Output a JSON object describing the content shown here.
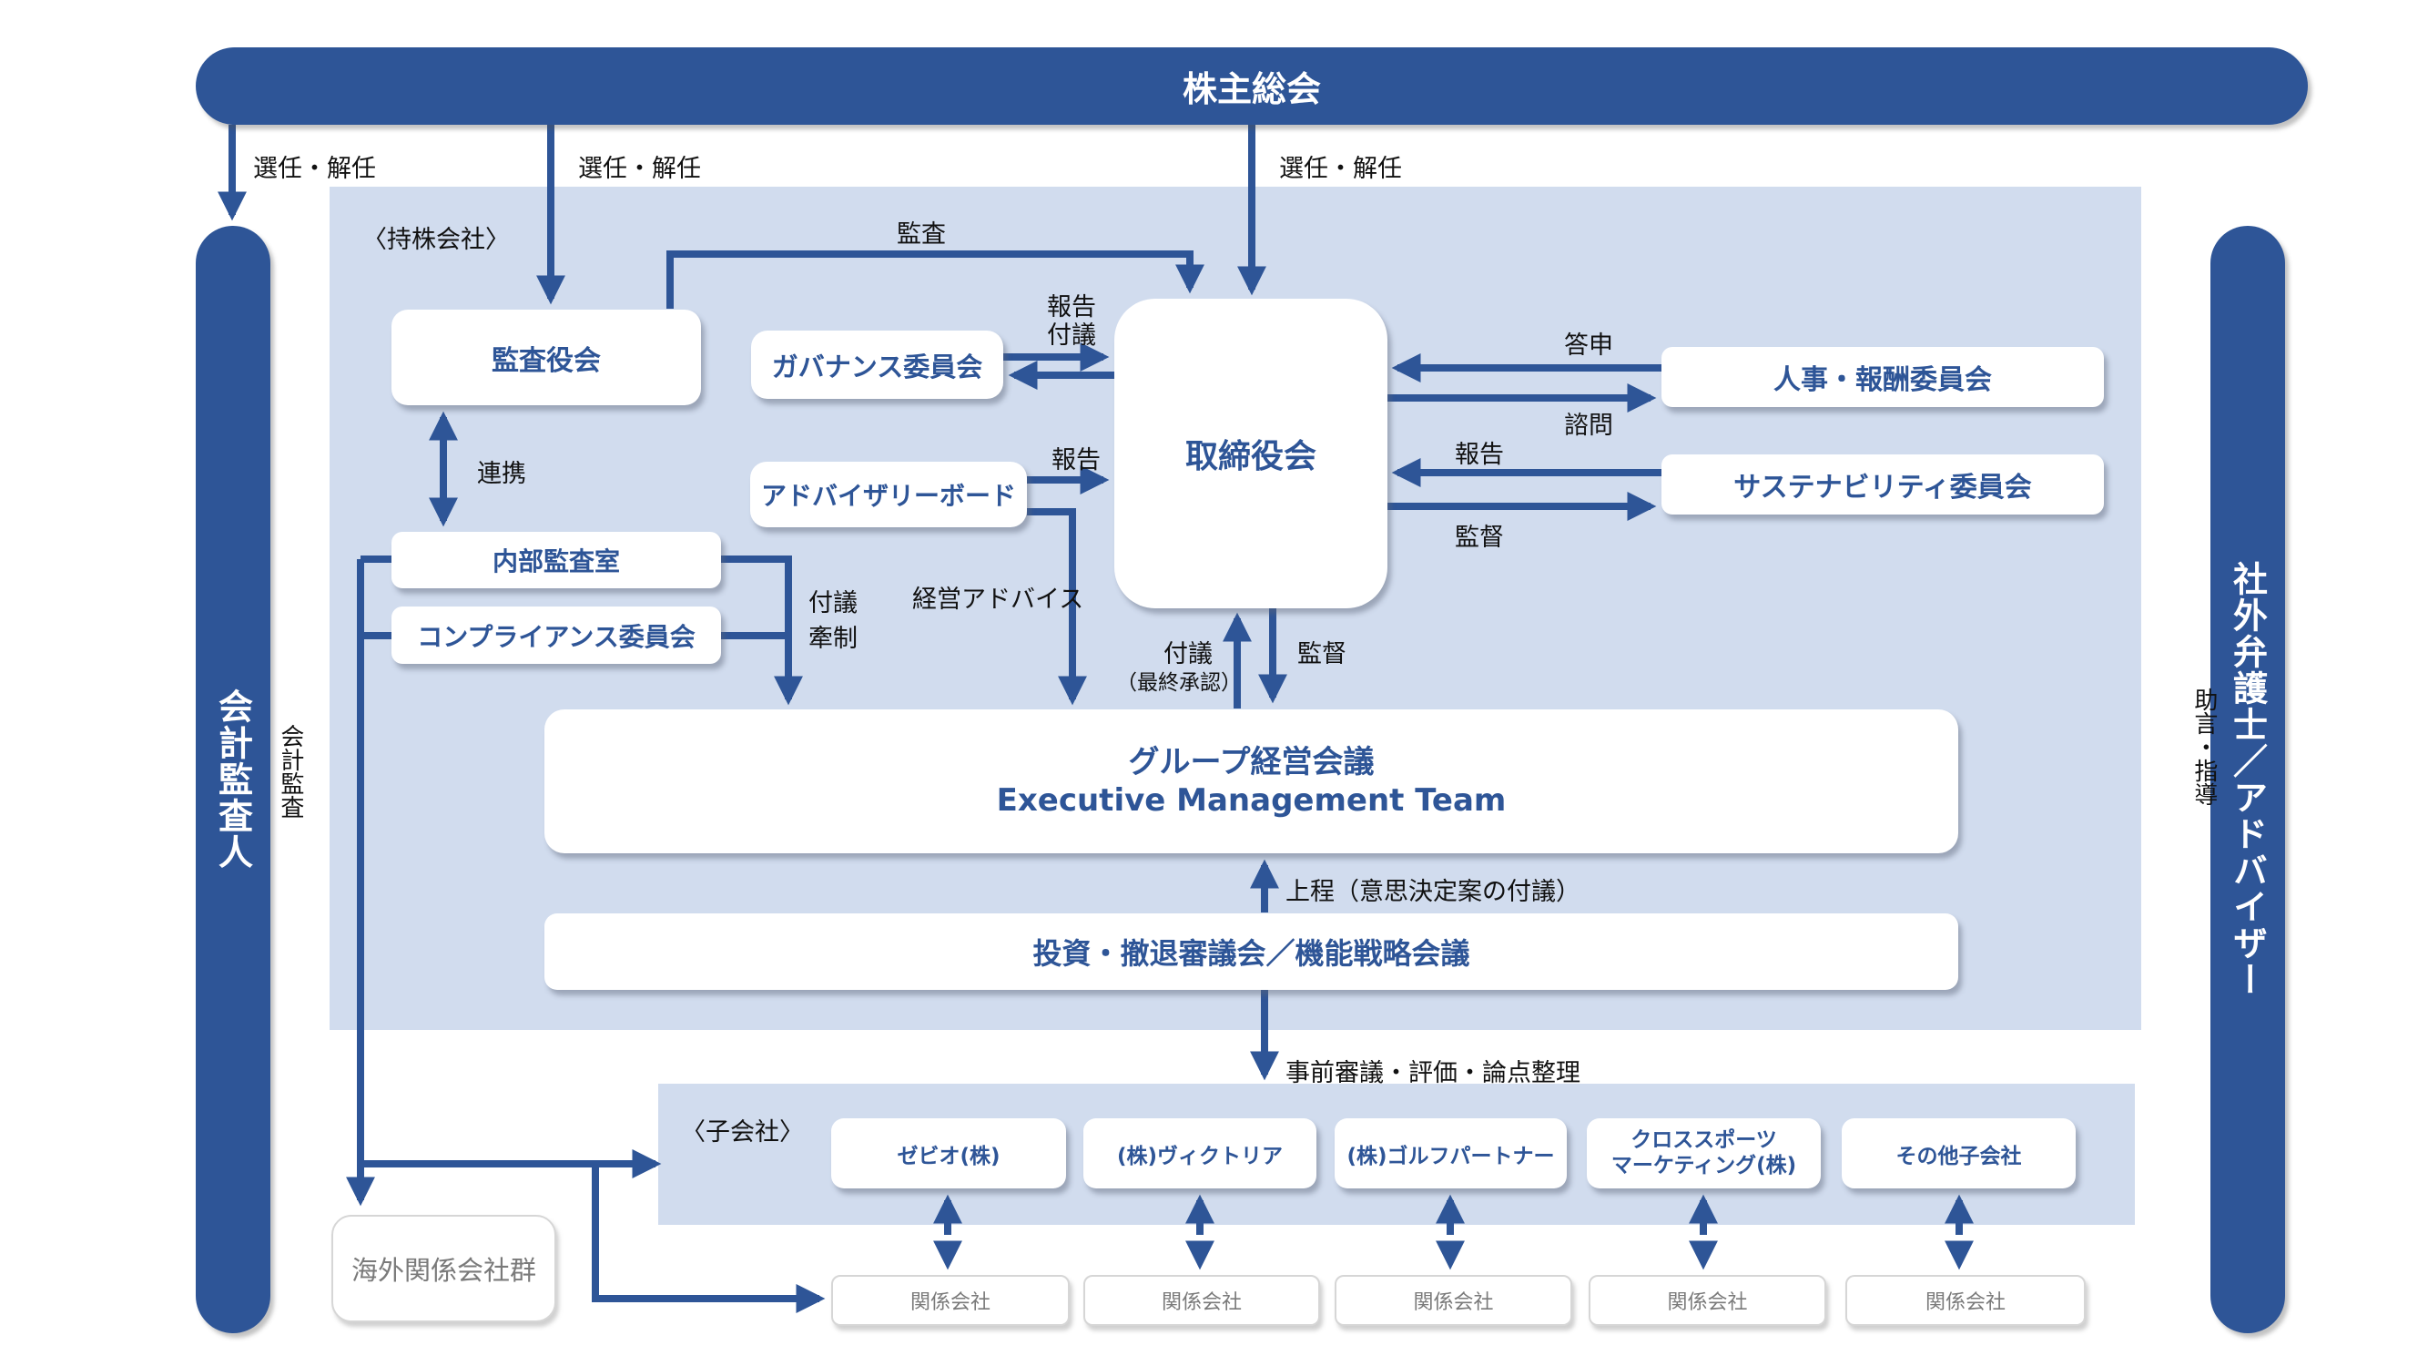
{
  "colors": {
    "primary": "#2e5597",
    "panel": "#d1dcee",
    "box": "#ffffff",
    "label_text": "#111111",
    "affiliate_text": "#7a7a7a"
  },
  "shareholders_meeting": "株主総会",
  "accounting_auditor": "会計監査人",
  "external_advisors": "社外弁護士／アドバイザー",
  "holding_company_label": "〈持株会社〉",
  "subsidiaries_label": "〈子会社〉",
  "nodes": {
    "audit_board": "監査役会",
    "governance_committee": "ガバナンス委員会",
    "board_of_directors": "取締役会",
    "hr_compensation_committee": "人事・報酬委員会",
    "sustainability_committee": "サステナビリティ委員会",
    "advisory_board": "アドバイザリーボード",
    "internal_audit_office": "内部監査室",
    "compliance_committee": "コンプライアンス委員会",
    "executive_meeting_jp": "グループ経営会議",
    "executive_meeting_en": "Executive Management Team",
    "investment_strategy_meetings": "投資・撤退審議会／機能戦略会議",
    "overseas_affiliates": "海外関係会社群"
  },
  "subsidiaries": [
    {
      "name": "ゼビオ(株)",
      "affiliate": "関係会社"
    },
    {
      "name": "(株)ヴィクトリア",
      "affiliate": "関係会社"
    },
    {
      "name": "(株)ゴルフパートナー",
      "affiliate": "関係会社"
    },
    {
      "name": "クロススポーツ\nマーケティング(株)",
      "affiliate": "関係会社"
    },
    {
      "name": "その他子会社",
      "affiliate": "関係会社"
    }
  ],
  "edge_labels": {
    "elect_dismiss": "選任・解任",
    "audit": "監査",
    "report_submit": "報告\n付議",
    "report": "報告",
    "coordination": "連携",
    "recommendation": "答申",
    "consultation": "諮問",
    "supervision": "監督",
    "submit_restrain": "付議\n牽制",
    "management_advice": "経営アドバイス",
    "submit": "付議",
    "final_approval": "（最終承認）",
    "proposal": "上程（意思決定案の付議）",
    "pre_deliberation": "事前審議・評価・論点整理",
    "accounting_audit": "会計監査",
    "advice_guidance": "助言・指導"
  }
}
